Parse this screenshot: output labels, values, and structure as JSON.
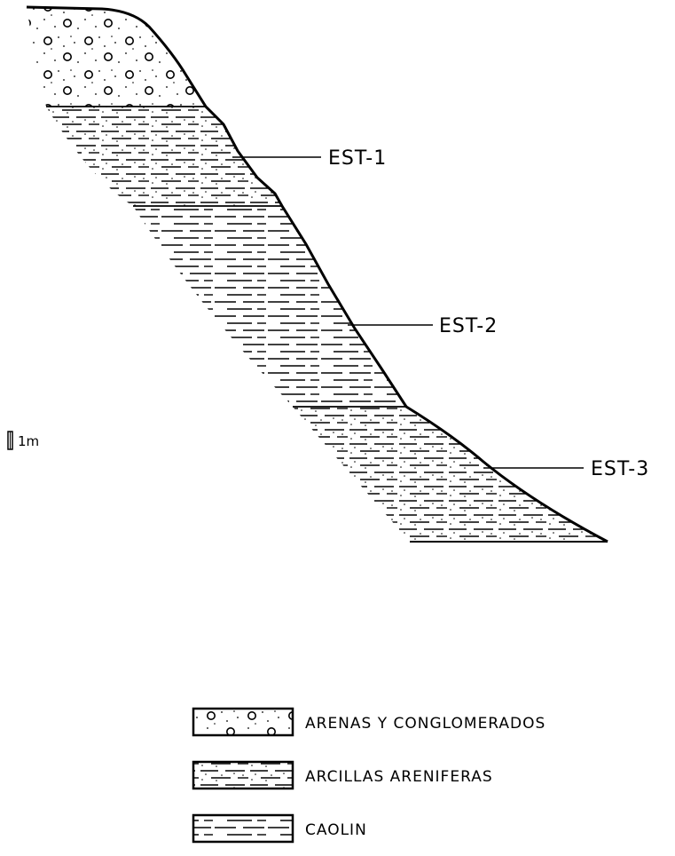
{
  "section_labels": {
    "est1": "EST-1",
    "est2": "EST-2",
    "est3": "EST-3"
  },
  "scale_bar": {
    "label": "1m"
  },
  "legend": {
    "items": [
      {
        "label": "ARENAS Y CONGLOMERADOS",
        "pattern": "sand-conglomerate"
      },
      {
        "label": "ARCILLAS ARENIFERAS",
        "pattern": "sandy-clay"
      },
      {
        "label": "CAOLIN",
        "pattern": "kaolin"
      }
    ]
  },
  "colors": {
    "ink": "#000000",
    "background": "#ffffff"
  }
}
